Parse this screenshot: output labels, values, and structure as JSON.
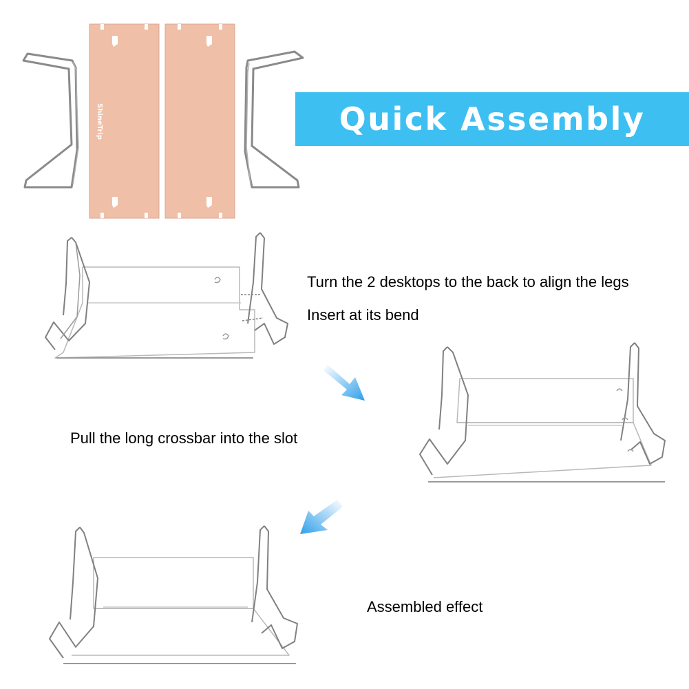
{
  "banner": {
    "title": "Quick Assembly"
  },
  "brand": {
    "logo_text": "ShineTrip"
  },
  "steps": [
    {
      "text": "Turn the 2 desktops to the back to align the legs"
    },
    {
      "text": "Insert at its bend"
    },
    {
      "text": "Pull the long crossbar into the slot"
    },
    {
      "text": "Assembled effect"
    }
  ],
  "colors": {
    "banner": "#3dbff2",
    "panel": "#efbfa8",
    "arrow": "#3aa8ec",
    "wire": "#7a7a7a"
  },
  "icons": {
    "arrow_1": "down-right-arrow-icon",
    "arrow_2": "down-left-arrow-icon"
  }
}
